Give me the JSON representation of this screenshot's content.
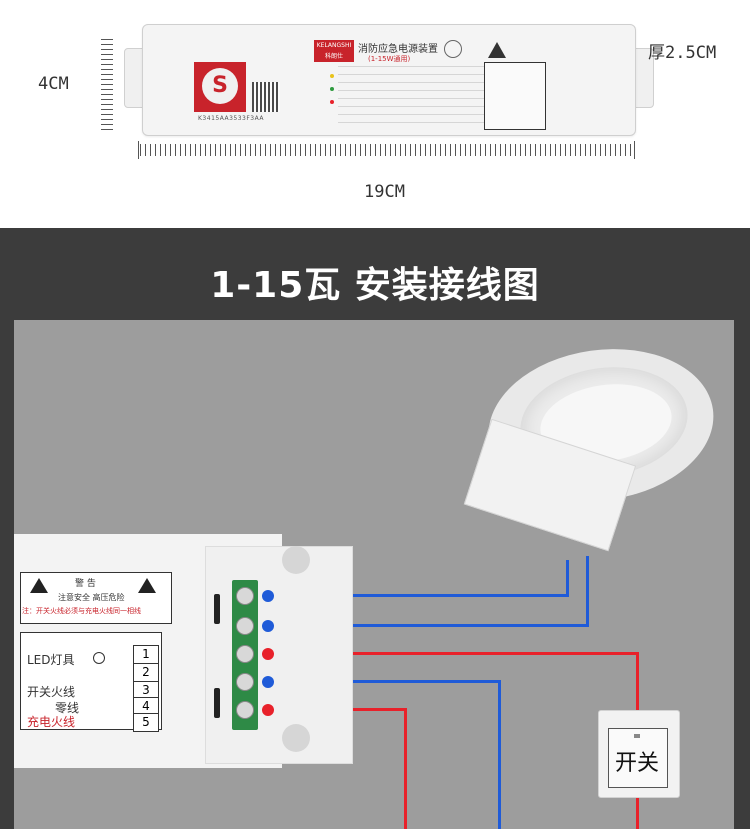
{
  "top": {
    "height_label": "4CM",
    "width_label": "19CM",
    "thickness_label": "厚2.5CM",
    "device": {
      "brand": "KELANGSHI",
      "brand_cn": "科朗仕",
      "product_name": "消防应急电源装置",
      "product_sub": "(1-15W通用)",
      "serial": "K3415AA3533F3AA"
    }
  },
  "banner": {
    "title": "1-15瓦 安装接线图"
  },
  "diagram": {
    "warning": {
      "title": "警  告",
      "line1": "注意安全 高压危险",
      "line2": "注：开关火线必须与充电火线同一相线"
    },
    "rows": [
      {
        "label": "LED灯具",
        "num": "1",
        "color": "#333333"
      },
      {
        "label": "",
        "num": "2",
        "color": "#333333"
      },
      {
        "label": "开关火线",
        "num": "3",
        "color": "#333333"
      },
      {
        "label": "零线",
        "num": "4",
        "color": "#333333"
      },
      {
        "label": "充电火线",
        "num": "5",
        "color": "#c8232b"
      }
    ],
    "switch_label": "开关",
    "colors": {
      "live": "#e8212a",
      "neutral": "#1f5bd8"
    }
  }
}
